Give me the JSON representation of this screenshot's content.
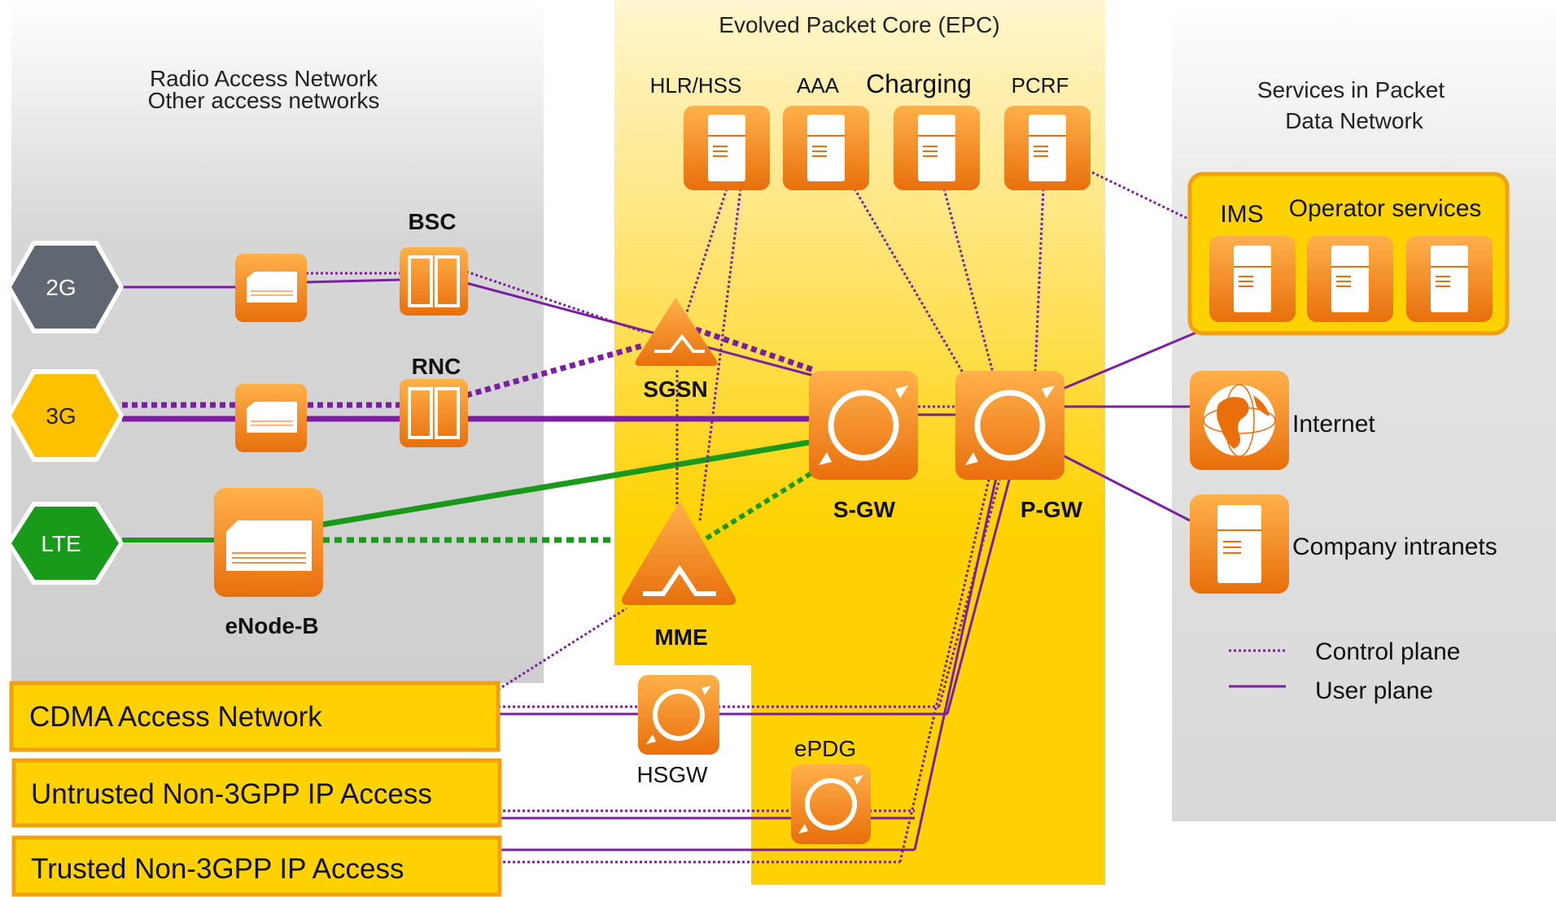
{
  "regions": {
    "ran": {
      "line1": "Radio Access Network",
      "line2": "Other access networks"
    },
    "epc": {
      "title": "Evolved Packet Core (EPC)"
    },
    "pdn": {
      "line1": "Services in Packet",
      "line2": "Data Network"
    }
  },
  "access": {
    "g2": "2G",
    "g3": "3G",
    "lte": "LTE",
    "cdma": "CDMA Access Network",
    "untrusted": "Untrusted Non-3GPP IP Access",
    "trusted": "Trusted Non-3GPP IP Access"
  },
  "nodes": {
    "bsc": "BSC",
    "rnc": "RNC",
    "enodeb": "eNode-B",
    "sgsn": "SGSN",
    "mme": "MME",
    "sgw": "S-GW",
    "pgw": "P-GW",
    "hsgw": "HSGW",
    "epdg": "ePDG"
  },
  "servers": {
    "hlr": "HLR/HSS",
    "aaa": "AAA",
    "charging": "Charging",
    "pcrf": "PCRF"
  },
  "services": {
    "ims": "IMS",
    "operator": "Operator services",
    "internet": "Internet",
    "intranets": "Company intranets"
  },
  "legend": {
    "control": "Control plane",
    "user": "User plane"
  },
  "colors": {
    "purple": "#7a1fa2",
    "green": "#1a9a1a",
    "orange": "#f08a1c",
    "yellow": "#ffd200",
    "gray_hex": "#5f6770"
  }
}
